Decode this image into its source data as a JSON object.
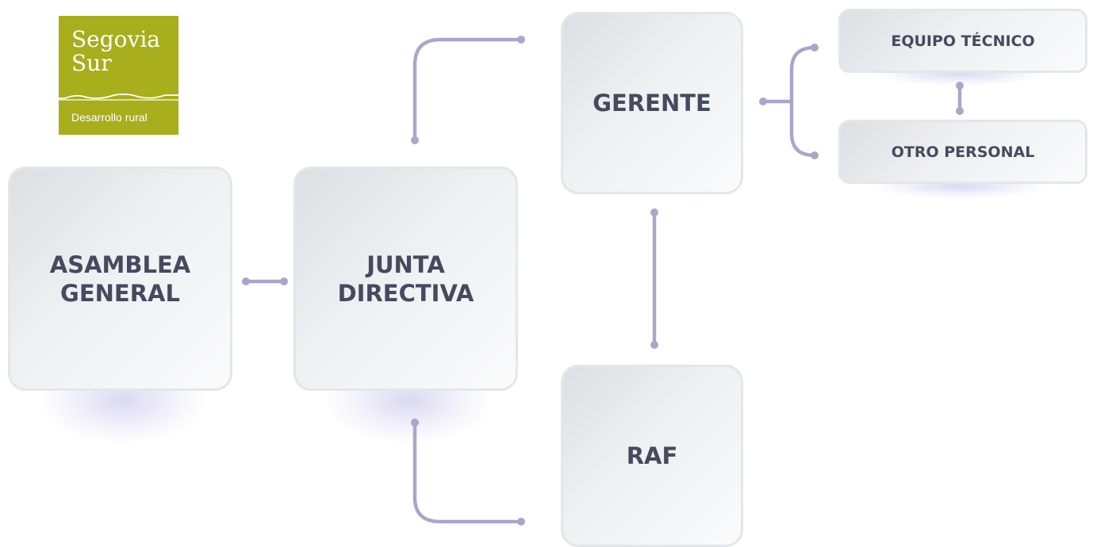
{
  "logo": {
    "line1": "Segovia",
    "line2": "Sur",
    "tagline": "Desarrollo rural",
    "color": "#a8ae1c"
  },
  "nodes": {
    "asamblea": "ASAMBLEA\nGENERAL",
    "junta": "JUNTA\nDIRECTIVA",
    "gerente": "GERENTE",
    "raf": "RAF",
    "equipo": "EQUIPO TÉCNICO",
    "otro": "OTRO PERSONAL"
  },
  "colors": {
    "connector": "#a9a7c9",
    "box_text": "#454b5e",
    "box_border": "#e4e6ea"
  }
}
